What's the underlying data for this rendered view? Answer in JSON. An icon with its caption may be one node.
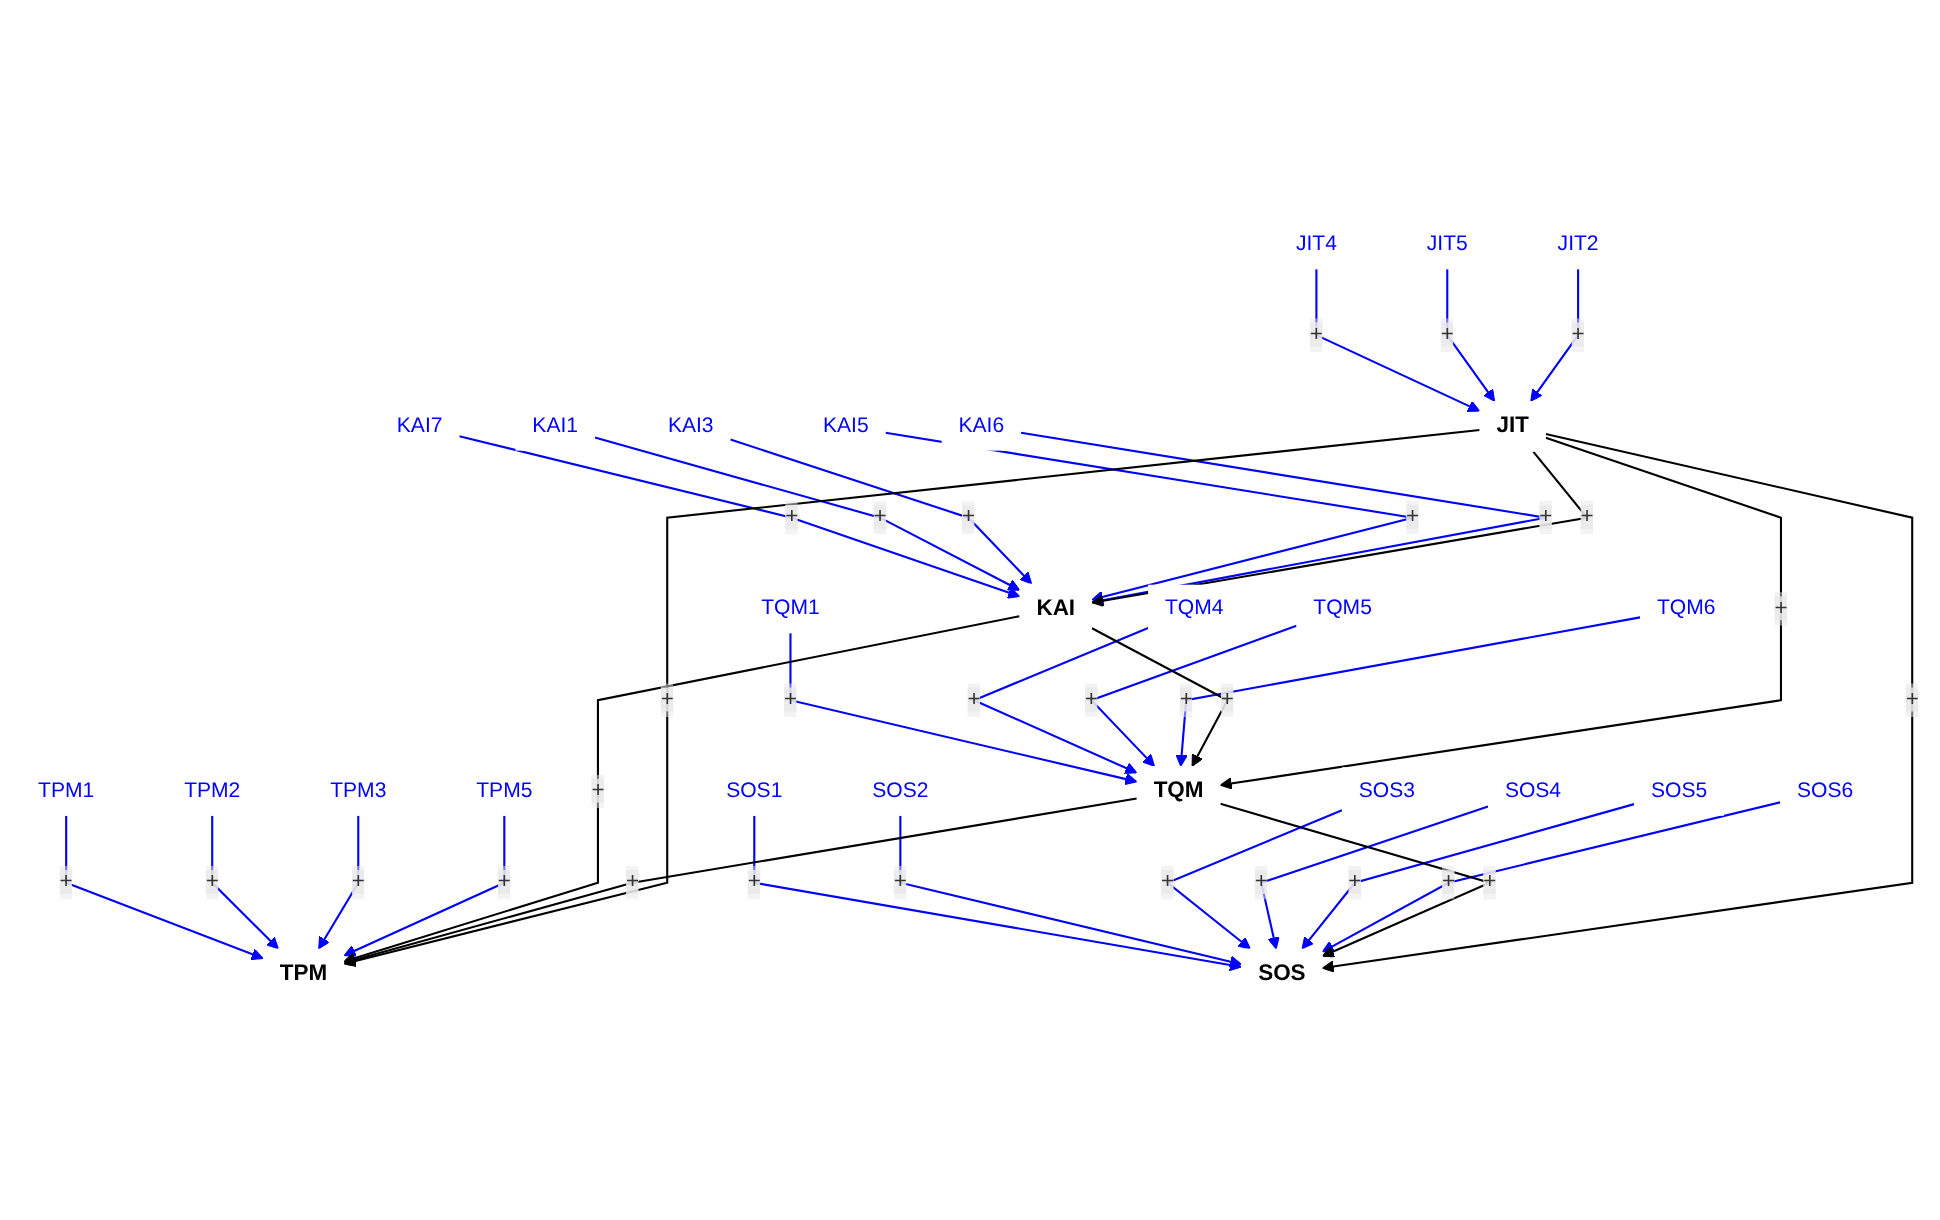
{
  "diagram": {
    "nodes": [
      {
        "text": [
          "KAI"
        ]
      },
      {
        "text": [
          "KAI7"
        ]
      },
      {
        "text": [
          "KAI1"
        ]
      },
      {
        "text": [
          "KAI3"
        ]
      },
      {
        "text": [
          "KAI5"
        ]
      },
      {
        "text": [
          "KAI6"
        ]
      },
      {
        "text": [
          "TQM"
        ]
      },
      {
        "text": [
          "TQM1"
        ]
      },
      {
        "text": [
          "TQM4"
        ]
      },
      {
        "text": [
          "TQM5"
        ]
      },
      {
        "text": [
          "TQM6"
        ]
      },
      {
        "text": [
          "SOS"
        ]
      },
      {
        "text": [
          "SOS1"
        ]
      },
      {
        "text": [
          "SOS2"
        ]
      },
      {
        "text": [
          "SOS3"
        ]
      },
      {
        "text": [
          "SOS4"
        ]
      },
      {
        "text": [
          "SOS5"
        ]
      },
      {
        "text": [
          "SOS6"
        ]
      },
      {
        "text": [
          "TPM"
        ]
      },
      {
        "text": [
          "TPM1"
        ]
      },
      {
        "text": [
          "TPM2"
        ]
      },
      {
        "text": [
          "TPM3"
        ]
      },
      {
        "text": [
          "TPM5"
        ]
      },
      {
        "text": [
          "JIT"
        ]
      },
      {
        "text": [
          "JIT4"
        ]
      },
      {
        "text": [
          "JIT5"
        ]
      },
      {
        "text": [
          "JIT2"
        ]
      }
    ],
    "edges": [
      {
        "from": 1,
        "to": 0,
        "arrow": "to",
        "label": "+"
      },
      {
        "from": 2,
        "to": 0,
        "arrow": "to",
        "label": "+"
      },
      {
        "from": 3,
        "to": 0,
        "arrow": "to",
        "label": "+"
      },
      {
        "from": 4,
        "to": 0,
        "arrow": "to",
        "label": "+"
      },
      {
        "from": 5,
        "to": 0,
        "arrow": "to",
        "label": "+"
      },
      {
        "from": 7,
        "to": 6,
        "arrow": "to",
        "label": "+"
      },
      {
        "from": 8,
        "to": 6,
        "arrow": "to",
        "label": "+"
      },
      {
        "from": 9,
        "to": 6,
        "arrow": "to",
        "label": "+"
      },
      {
        "from": 10,
        "to": 6,
        "arrow": "to",
        "label": "+"
      },
      {
        "from": 12,
        "to": 11,
        "arrow": "to",
        "label": "+"
      },
      {
        "from": 13,
        "to": 11,
        "arrow": "to",
        "label": "+"
      },
      {
        "from": 14,
        "to": 11,
        "arrow": "to",
        "label": "+"
      },
      {
        "from": 15,
        "to": 11,
        "arrow": "to",
        "label": "+"
      },
      {
        "from": 16,
        "to": 11,
        "arrow": "to",
        "label": "+"
      },
      {
        "from": 17,
        "to": 11,
        "arrow": "to",
        "label": "+"
      },
      {
        "from": 19,
        "to": 18,
        "arrow": "to",
        "label": "+"
      },
      {
        "from": 20,
        "to": 18,
        "arrow": "to",
        "label": "+"
      },
      {
        "from": 21,
        "to": 18,
        "arrow": "to",
        "label": "+"
      },
      {
        "from": 22,
        "to": 18,
        "arrow": "to",
        "label": "+"
      },
      {
        "from": 24,
        "to": 23,
        "arrow": "to",
        "label": "+"
      },
      {
        "from": 25,
        "to": 23,
        "arrow": "to",
        "label": "+"
      },
      {
        "from": 26,
        "to": 23,
        "arrow": "to",
        "label": "+"
      },
      {
        "from": 0,
        "to": 6,
        "arrow": "to",
        "label": "+",
        "color": "#000000"
      },
      {
        "from": 0,
        "to": 18,
        "arrow": "to",
        "label": "+",
        "color": "#000000"
      },
      {
        "from": 6,
        "to": 18,
        "arrow": "to",
        "label": "+",
        "color": "#000000"
      },
      {
        "from": 6,
        "to": 11,
        "arrow": "to",
        "label": "+",
        "color": "#000000"
      },
      {
        "from": 23,
        "to": 0,
        "arrow": "to",
        "label": "+",
        "color": "#000000"
      },
      {
        "from": 23,
        "to": 6,
        "arrow": "to",
        "label": "+",
        "color": "#000000"
      },
      {
        "from": 23,
        "to": 11,
        "arrow": "to",
        "label": "+",
        "color": "#000000"
      },
      {
        "from": 23,
        "to": 18,
        "arrow": "to",
        "label": "+",
        "color": "#000000"
      }
    ]
  }
}
